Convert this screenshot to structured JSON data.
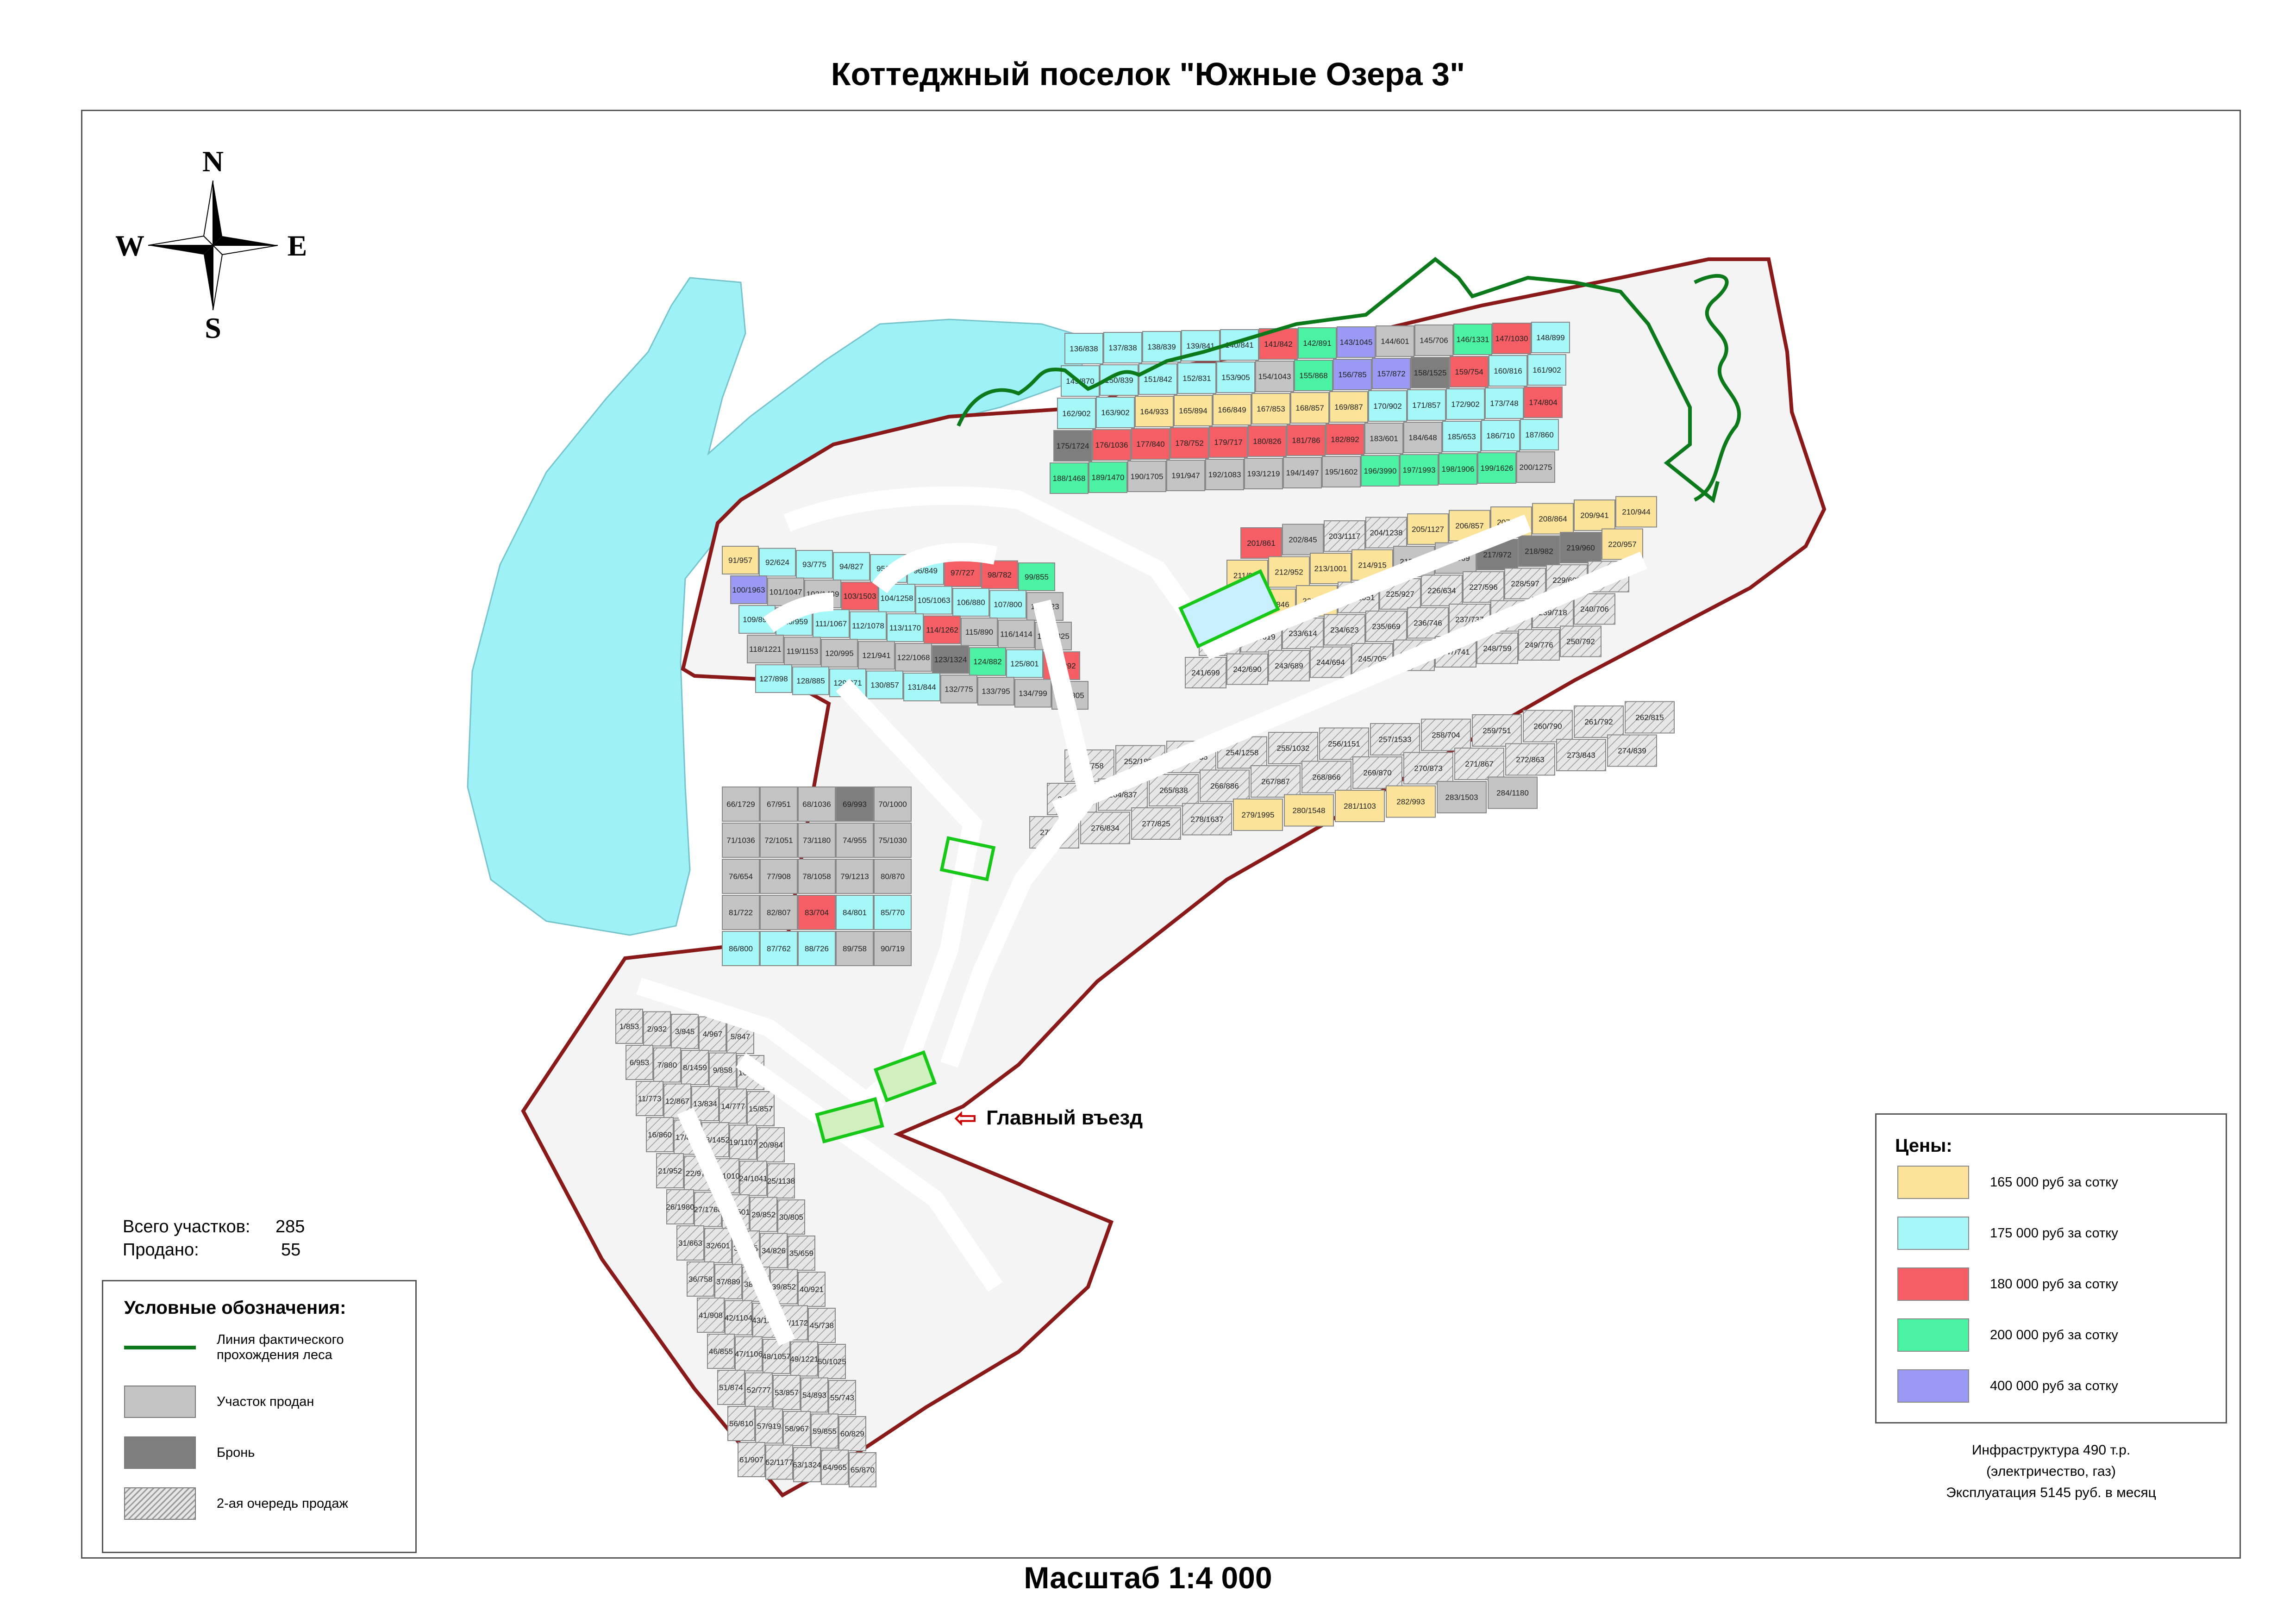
{
  "title": "Коттеджный поселок \"Южные Озера 3\"",
  "scale": "Масштаб 1:4 000",
  "compass": {
    "n": "N",
    "s": "S",
    "e": "E",
    "w": "W"
  },
  "entrance": {
    "label": "Главный въезд",
    "icon": "left-arrow-icon"
  },
  "stats": {
    "total_label": "Всего участков:",
    "total_value": "285",
    "sold_label": "Продано:",
    "sold_value": "55"
  },
  "legend": {
    "title": "Условные обозначения:",
    "forest_line": "Линия фактического прохождения леса",
    "sold": "Участок продан",
    "reserved": "Бронь",
    "second_stage": "2-ая очередь продаж",
    "colors": {
      "forest": "#0c7a1a",
      "sold": "#c4c4c4",
      "reserved": "#7e7e7e",
      "second_stage": "#d8d8d8"
    }
  },
  "prices": {
    "title": "Цены:",
    "items": [
      {
        "label": "165 000 руб за сотку",
        "color": "#fbe39a"
      },
      {
        "label": "175 000 руб за сотку",
        "color": "#a6f7f8"
      },
      {
        "label": "180 000 руб за сотку",
        "color": "#f55e64"
      },
      {
        "label": "200 000 руб за сотку",
        "color": "#4cf2a3"
      },
      {
        "label": "400 000 руб за сотку",
        "color": "#9a9af5"
      }
    ]
  },
  "infrastructure": {
    "line1": "Инфраструктура 490 т.р.",
    "line2": "(электричество, газ)",
    "line3": "Эксплуатация 5145 руб. в месяц"
  },
  "lake_color": "#9ff1f8",
  "border_color": "#8a1a1a",
  "lots": [
    {
      "label": "1/853",
      "status": "stage2"
    },
    {
      "label": "2/932",
      "status": "stage2"
    },
    {
      "label": "3/945",
      "status": "stage2"
    },
    {
      "label": "4/967",
      "status": "stage2"
    },
    {
      "label": "5/847",
      "status": "stage2"
    },
    {
      "label": "6/953",
      "status": "stage2"
    },
    {
      "label": "7/880",
      "status": "stage2"
    },
    {
      "label": "8/1459",
      "status": "stage2"
    },
    {
      "label": "9/858",
      "status": "stage2"
    },
    {
      "label": "10/795",
      "status": "stage2"
    },
    {
      "label": "11/773",
      "status": "stage2"
    },
    {
      "label": "12/867",
      "status": "stage2"
    },
    {
      "label": "13/834",
      "status": "stage2"
    },
    {
      "label": "14/777",
      "status": "stage2"
    },
    {
      "label": "15/857",
      "status": "stage2"
    },
    {
      "label": "16/860",
      "status": "stage2"
    },
    {
      "label": "17/880",
      "status": "stage2"
    },
    {
      "label": "18/1452",
      "status": "stage2"
    },
    {
      "label": "19/1107",
      "status": "stage2"
    },
    {
      "label": "20/984",
      "status": "stage2"
    },
    {
      "label": "21/952",
      "status": "stage2"
    },
    {
      "label": "22/972",
      "status": "stage2"
    },
    {
      "label": "23/1010",
      "status": "stage2"
    },
    {
      "label": "24/1041",
      "status": "stage2"
    },
    {
      "label": "25/1138",
      "status": "stage2"
    },
    {
      "label": "26/1980",
      "status": "stage2"
    },
    {
      "label": "27/1768",
      "status": "stage2"
    },
    {
      "label": "28/1501",
      "status": "stage2"
    },
    {
      "label": "29/852",
      "status": "stage2"
    },
    {
      "label": "30/805",
      "status": "stage2"
    },
    {
      "label": "31/663",
      "status": "stage2"
    },
    {
      "label": "32/601",
      "status": "stage2"
    },
    {
      "label": "33/805",
      "status": "stage2"
    },
    {
      "label": "34/826",
      "status": "stage2"
    },
    {
      "label": "35/659",
      "status": "stage2"
    },
    {
      "label": "36/758",
      "status": "stage2"
    },
    {
      "label": "37/889",
      "status": "stage2"
    },
    {
      "label": "38/877",
      "status": "stage2"
    },
    {
      "label": "39/852",
      "status": "stage2"
    },
    {
      "label": "40/921",
      "status": "stage2"
    },
    {
      "label": "41/908",
      "status": "stage2"
    },
    {
      "label": "42/1104",
      "status": "stage2"
    },
    {
      "label": "43/1541",
      "status": "stage2"
    },
    {
      "label": "44/1172",
      "status": "stage2"
    },
    {
      "label": "45/738",
      "status": "stage2"
    },
    {
      "label": "46/855",
      "status": "stage2"
    },
    {
      "label": "47/1106",
      "status": "stage2"
    },
    {
      "label": "48/1057",
      "status": "stage2"
    },
    {
      "label": "49/1221",
      "status": "stage2"
    },
    {
      "label": "50/1025",
      "status": "stage2"
    },
    {
      "label": "51/874",
      "status": "stage2"
    },
    {
      "label": "52/777",
      "status": "stage2"
    },
    {
      "label": "53/857",
      "status": "stage2"
    },
    {
      "label": "54/893",
      "status": "stage2"
    },
    {
      "label": "55/743",
      "status": "stage2"
    },
    {
      "label": "56/810",
      "status": "stage2"
    },
    {
      "label": "57/919",
      "status": "stage2"
    },
    {
      "label": "58/967",
      "status": "stage2"
    },
    {
      "label": "59/855",
      "status": "stage2"
    },
    {
      "label": "60/829",
      "status": "stage2"
    },
    {
      "label": "61/907",
      "status": "stage2"
    },
    {
      "label": "62/1177",
      "status": "stage2"
    },
    {
      "label": "63/1324",
      "status": "stage2"
    },
    {
      "label": "64/965",
      "status": "stage2"
    },
    {
      "label": "65/870",
      "status": "stage2"
    },
    {
      "label": "66/1729",
      "status": "sold"
    },
    {
      "label": "67/951",
      "status": "sold"
    },
    {
      "label": "68/1036",
      "status": "sold"
    },
    {
      "label": "69/993",
      "status": "reserved"
    },
    {
      "label": "70/1000",
      "status": "sold"
    },
    {
      "label": "71/1036",
      "status": "sold"
    },
    {
      "label": "72/1051",
      "status": "sold"
    },
    {
      "label": "73/1180",
      "status": "sold"
    },
    {
      "label": "74/955",
      "status": "sold"
    },
    {
      "label": "75/1030",
      "status": "sold"
    },
    {
      "label": "76/654",
      "status": "sold"
    },
    {
      "label": "77/908",
      "status": "sold"
    },
    {
      "label": "78/1058",
      "status": "sold"
    },
    {
      "label": "79/1213",
      "status": "sold"
    },
    {
      "label": "80/870",
      "status": "sold"
    },
    {
      "label": "81/722",
      "status": "sold"
    },
    {
      "label": "82/807",
      "status": "sold"
    },
    {
      "label": "83/704",
      "status": "p180"
    },
    {
      "label": "84/801",
      "status": "p175"
    },
    {
      "label": "85/770",
      "status": "p175"
    },
    {
      "label": "86/800",
      "status": "p175"
    },
    {
      "label": "87/762",
      "status": "p175"
    },
    {
      "label": "88/726",
      "status": "p175"
    },
    {
      "label": "89/758",
      "status": "sold"
    },
    {
      "label": "90/719",
      "status": "sold"
    },
    {
      "label": "91/957",
      "status": "p165"
    },
    {
      "label": "92/624",
      "status": "p175"
    },
    {
      "label": "93/775",
      "status": "p175"
    },
    {
      "label": "94/827",
      "status": "p175"
    },
    {
      "label": "95/845",
      "status": "p175"
    },
    {
      "label": "96/849",
      "status": "p175"
    },
    {
      "label": "97/727",
      "status": "p180"
    },
    {
      "label": "98/782",
      "status": "p180"
    },
    {
      "label": "99/855",
      "status": "p200"
    },
    {
      "label": "100/1963",
      "status": "p400"
    },
    {
      "label": "101/1047",
      "status": "sold"
    },
    {
      "label": "102/1439",
      "status": "sold"
    },
    {
      "label": "103/1503",
      "status": "p180"
    },
    {
      "label": "104/1258",
      "status": "p175"
    },
    {
      "label": "105/1063",
      "status": "p175"
    },
    {
      "label": "106/880",
      "status": "p175"
    },
    {
      "label": "107/800",
      "status": "p175"
    },
    {
      "label": "108/723",
      "status": "sold"
    },
    {
      "label": "109/896",
      "status": "p175"
    },
    {
      "label": "110/959",
      "status": "p175"
    },
    {
      "label": "111/1067",
      "status": "p175"
    },
    {
      "label": "112/1078",
      "status": "p175"
    },
    {
      "label": "113/1170",
      "status": "p175"
    },
    {
      "label": "114/1262",
      "status": "p180"
    },
    {
      "label": "115/890",
      "status": "sold"
    },
    {
      "label": "116/1414",
      "status": "sold"
    },
    {
      "label": "117/1325",
      "status": "sold"
    },
    {
      "label": "118/1221",
      "status": "sold"
    },
    {
      "label": "119/1153",
      "status": "sold"
    },
    {
      "label": "120/995",
      "status": "sold"
    },
    {
      "label": "121/941",
      "status": "sold"
    },
    {
      "label": "122/1068",
      "status": "sold"
    },
    {
      "label": "123/1324",
      "status": "reserved"
    },
    {
      "label": "124/882",
      "status": "p200"
    },
    {
      "label": "125/801",
      "status": "p175"
    },
    {
      "label": "126/892",
      "status": "p180"
    },
    {
      "label": "127/898",
      "status": "p175"
    },
    {
      "label": "128/885",
      "status": "p175"
    },
    {
      "label": "129/871",
      "status": "p175"
    },
    {
      "label": "130/857",
      "status": "p175"
    },
    {
      "label": "131/844",
      "status": "p175"
    },
    {
      "label": "132/775",
      "status": "sold"
    },
    {
      "label": "133/795",
      "status": "sold"
    },
    {
      "label": "134/799",
      "status": "sold"
    },
    {
      "label": "135/805",
      "status": "sold"
    },
    {
      "label": "136/838",
      "status": "p175"
    },
    {
      "label": "137/838",
      "status": "p175"
    },
    {
      "label": "138/839",
      "status": "p175"
    },
    {
      "label": "139/841",
      "status": "p175"
    },
    {
      "label": "140/841",
      "status": "p175"
    },
    {
      "label": "141/842",
      "status": "p180"
    },
    {
      "label": "142/891",
      "status": "p200"
    },
    {
      "label": "143/1045",
      "status": "p400"
    },
    {
      "label": "144/601",
      "status": "sold"
    },
    {
      "label": "145/706",
      "status": "sold"
    },
    {
      "label": "146/1331",
      "status": "p200"
    },
    {
      "label": "147/1030",
      "status": "p180"
    },
    {
      "label": "148/899",
      "status": "p175"
    },
    {
      "label": "149/870",
      "status": "p175"
    },
    {
      "label": "150/839",
      "status": "p175"
    },
    {
      "label": "151/842",
      "status": "p175"
    },
    {
      "label": "152/831",
      "status": "p175"
    },
    {
      "label": "153/905",
      "status": "p175"
    },
    {
      "label": "154/1043",
      "status": "sold"
    },
    {
      "label": "155/868",
      "status": "p200"
    },
    {
      "label": "156/785",
      "status": "p400"
    },
    {
      "label": "157/872",
      "status": "p400"
    },
    {
      "label": "158/1525",
      "status": "reserved"
    },
    {
      "label": "159/754",
      "status": "p180"
    },
    {
      "label": "160/816",
      "status": "p175"
    },
    {
      "label": "161/902",
      "status": "p175"
    },
    {
      "label": "162/902",
      "status": "p175"
    },
    {
      "label": "163/902",
      "status": "p175"
    },
    {
      "label": "164/933",
      "status": "p165"
    },
    {
      "label": "165/894",
      "status": "p165"
    },
    {
      "label": "166/849",
      "status": "p165"
    },
    {
      "label": "167/853",
      "status": "p165"
    },
    {
      "label": "168/857",
      "status": "p165"
    },
    {
      "label": "169/887",
      "status": "p165"
    },
    {
      "label": "170/902",
      "status": "p175"
    },
    {
      "label": "171/857",
      "status": "p175"
    },
    {
      "label": "172/902",
      "status": "p175"
    },
    {
      "label": "173/748",
      "status": "p175"
    },
    {
      "label": "174/804",
      "status": "p180"
    },
    {
      "label": "175/1724",
      "status": "reserved"
    },
    {
      "label": "176/1036",
      "status": "p180"
    },
    {
      "label": "177/840",
      "status": "p180"
    },
    {
      "label": "178/752",
      "status": "p180"
    },
    {
      "label": "179/717",
      "status": "p180"
    },
    {
      "label": "180/826",
      "status": "p180"
    },
    {
      "label": "181/786",
      "status": "p180"
    },
    {
      "label": "182/892",
      "status": "p180"
    },
    {
      "label": "183/601",
      "status": "sold"
    },
    {
      "label": "184/648",
      "status": "sold"
    },
    {
      "label": "185/653",
      "status": "p175"
    },
    {
      "label": "186/710",
      "status": "p175"
    },
    {
      "label": "187/860",
      "status": "p175"
    },
    {
      "label": "188/1468",
      "status": "p200"
    },
    {
      "label": "189/1470",
      "status": "p200"
    },
    {
      "label": "190/1705",
      "status": "sold"
    },
    {
      "label": "191/947",
      "status": "sold"
    },
    {
      "label": "192/1083",
      "status": "sold"
    },
    {
      "label": "193/1219",
      "status": "sold"
    },
    {
      "label": "194/1497",
      "status": "sold"
    },
    {
      "label": "195/1602",
      "status": "sold"
    },
    {
      "label": "196/3990",
      "status": "p200"
    },
    {
      "label": "197/1993",
      "status": "p200"
    },
    {
      "label": "198/1906",
      "status": "p200"
    },
    {
      "label": "199/1626",
      "status": "p200"
    },
    {
      "label": "200/1275",
      "status": "sold"
    },
    {
      "label": "201/861",
      "status": "p180"
    },
    {
      "label": "202/845",
      "status": "sold"
    },
    {
      "label": "203/1117",
      "status": "stage2"
    },
    {
      "label": "204/1238",
      "status": "stage2"
    },
    {
      "label": "205/1127",
      "status": "p165"
    },
    {
      "label": "206/857",
      "status": "p165"
    },
    {
      "label": "207/861",
      "status": "p165"
    },
    {
      "label": "208/864",
      "status": "p165"
    },
    {
      "label": "209/941",
      "status": "p165"
    },
    {
      "label": "210/944",
      "status": "p165"
    },
    {
      "label": "211/948",
      "status": "p165"
    },
    {
      "label": "212/952",
      "status": "p165"
    },
    {
      "label": "213/1001",
      "status": "p165"
    },
    {
      "label": "214/915",
      "status": "p165"
    },
    {
      "label": "215/966",
      "status": "sold"
    },
    {
      "label": "216/969",
      "status": "sold"
    },
    {
      "label": "217/972",
      "status": "reserved"
    },
    {
      "label": "218/982",
      "status": "reserved"
    },
    {
      "label": "219/960",
      "status": "reserved"
    },
    {
      "label": "220/957",
      "status": "p165"
    },
    {
      "label": "221/853",
      "status": "p165"
    },
    {
      "label": "222/846",
      "status": "p165"
    },
    {
      "label": "223/967",
      "status": "p165"
    },
    {
      "label": "224/1051",
      "status": "stage2"
    },
    {
      "label": "225/927",
      "status": "stage2"
    },
    {
      "label": "226/634",
      "status": "stage2"
    },
    {
      "label": "227/596",
      "status": "stage2"
    },
    {
      "label": "228/597",
      "status": "stage2"
    },
    {
      "label": "229/603",
      "status": "stage2"
    },
    {
      "label": "230/889",
      "status": "stage2"
    },
    {
      "label": "231/684",
      "status": "stage2"
    },
    {
      "label": "232/619",
      "status": "stage2"
    },
    {
      "label": "233/614",
      "status": "stage2"
    },
    {
      "label": "234/623",
      "status": "stage2"
    },
    {
      "label": "235/669",
      "status": "stage2"
    },
    {
      "label": "236/746",
      "status": "stage2"
    },
    {
      "label": "237/737",
      "status": "stage2"
    },
    {
      "label": "238/727",
      "status": "stage2"
    },
    {
      "label": "239/718",
      "status": "stage2"
    },
    {
      "label": "240/706",
      "status": "stage2"
    },
    {
      "label": "241/699",
      "status": "stage2"
    },
    {
      "label": "242/690",
      "status": "stage2"
    },
    {
      "label": "243/689",
      "status": "stage2"
    },
    {
      "label": "244/694",
      "status": "stage2"
    },
    {
      "label": "245/705",
      "status": "stage2"
    },
    {
      "label": "246/723",
      "status": "stage2"
    },
    {
      "label": "247/741",
      "status": "stage2"
    },
    {
      "label": "248/759",
      "status": "stage2"
    },
    {
      "label": "249/776",
      "status": "stage2"
    },
    {
      "label": "250/792",
      "status": "stage2"
    },
    {
      "label": "251/758",
      "status": "stage2"
    },
    {
      "label": "252/1998",
      "status": "stage2"
    },
    {
      "label": "253/1835",
      "status": "stage2"
    },
    {
      "label": "254/1258",
      "status": "stage2"
    },
    {
      "label": "255/1032",
      "status": "stage2"
    },
    {
      "label": "256/1151",
      "status": "stage2"
    },
    {
      "label": "257/1533",
      "status": "stage2"
    },
    {
      "label": "258/704",
      "status": "stage2"
    },
    {
      "label": "259/751",
      "status": "stage2"
    },
    {
      "label": "260/790",
      "status": "stage2"
    },
    {
      "label": "261/792",
      "status": "stage2"
    },
    {
      "label": "262/815",
      "status": "stage2"
    },
    {
      "label": "263/838",
      "status": "stage2"
    },
    {
      "label": "264/837",
      "status": "stage2"
    },
    {
      "label": "265/838",
      "status": "stage2"
    },
    {
      "label": "266/886",
      "status": "stage2"
    },
    {
      "label": "267/887",
      "status": "stage2"
    },
    {
      "label": "268/866",
      "status": "stage2"
    },
    {
      "label": "269/870",
      "status": "stage2"
    },
    {
      "label": "270/873",
      "status": "stage2"
    },
    {
      "label": "271/867",
      "status": "stage2"
    },
    {
      "label": "272/863",
      "status": "stage2"
    },
    {
      "label": "273/843",
      "status": "stage2"
    },
    {
      "label": "274/839",
      "status": "stage2"
    },
    {
      "label": "275/836",
      "status": "stage2"
    },
    {
      "label": "276/834",
      "status": "stage2"
    },
    {
      "label": "277/825",
      "status": "stage2"
    },
    {
      "label": "278/1637",
      "status": "stage2"
    },
    {
      "label": "279/1995",
      "status": "p165"
    },
    {
      "label": "280/1548",
      "status": "p165"
    },
    {
      "label": "281/1103",
      "status": "p165"
    },
    {
      "label": "282/993",
      "status": "p165"
    },
    {
      "label": "283/1503",
      "status": "sold"
    },
    {
      "label": "284/1180",
      "status": "sold"
    }
  ]
}
